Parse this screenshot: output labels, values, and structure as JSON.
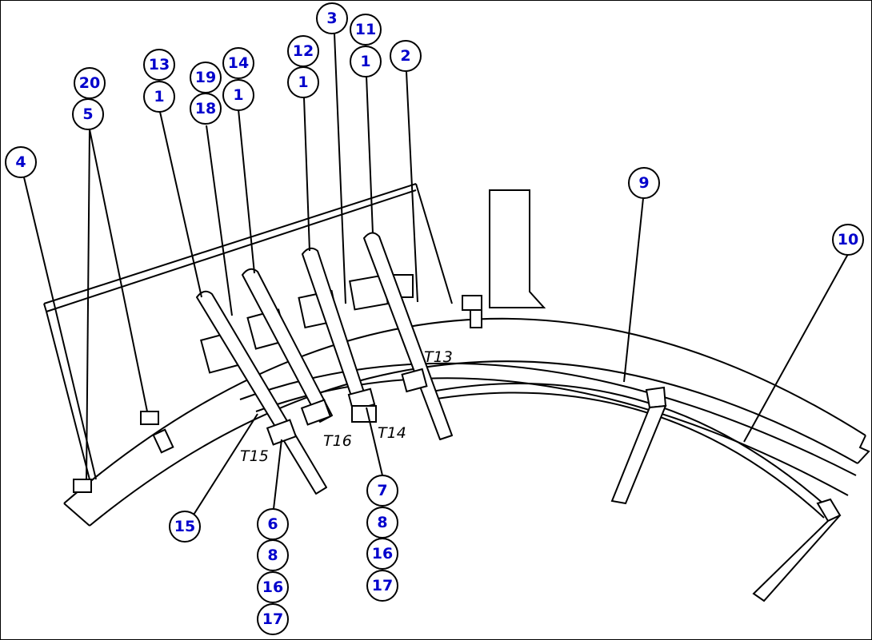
{
  "colors": {
    "callout_text": "#0000cc",
    "line": "#000000",
    "background": "#ffffff"
  },
  "callouts": [
    {
      "id": "c20",
      "label": "20"
    },
    {
      "id": "c5",
      "label": "5"
    },
    {
      "id": "c4",
      "label": "4"
    },
    {
      "id": "c13",
      "label": "13"
    },
    {
      "id": "c1a",
      "label": "1"
    },
    {
      "id": "c19",
      "label": "19"
    },
    {
      "id": "c18",
      "label": "18"
    },
    {
      "id": "c14",
      "label": "14"
    },
    {
      "id": "c1b",
      "label": "1"
    },
    {
      "id": "c12",
      "label": "12"
    },
    {
      "id": "c1c",
      "label": "1"
    },
    {
      "id": "c3",
      "label": "3"
    },
    {
      "id": "c11",
      "label": "11"
    },
    {
      "id": "c1d",
      "label": "1"
    },
    {
      "id": "c2",
      "label": "2"
    },
    {
      "id": "c9",
      "label": "9"
    },
    {
      "id": "c10",
      "label": "10"
    },
    {
      "id": "c15",
      "label": "15"
    },
    {
      "id": "c6",
      "label": "6"
    },
    {
      "id": "c8a",
      "label": "8"
    },
    {
      "id": "c16a",
      "label": "16"
    },
    {
      "id": "c17a",
      "label": "17"
    },
    {
      "id": "c7",
      "label": "7"
    },
    {
      "id": "c8b",
      "label": "8"
    },
    {
      "id": "c16b",
      "label": "16"
    },
    {
      "id": "c17b",
      "label": "17"
    }
  ],
  "tube_labels": {
    "t13": "T13",
    "t14": "T14",
    "t15": "T15",
    "t16": "T16"
  }
}
